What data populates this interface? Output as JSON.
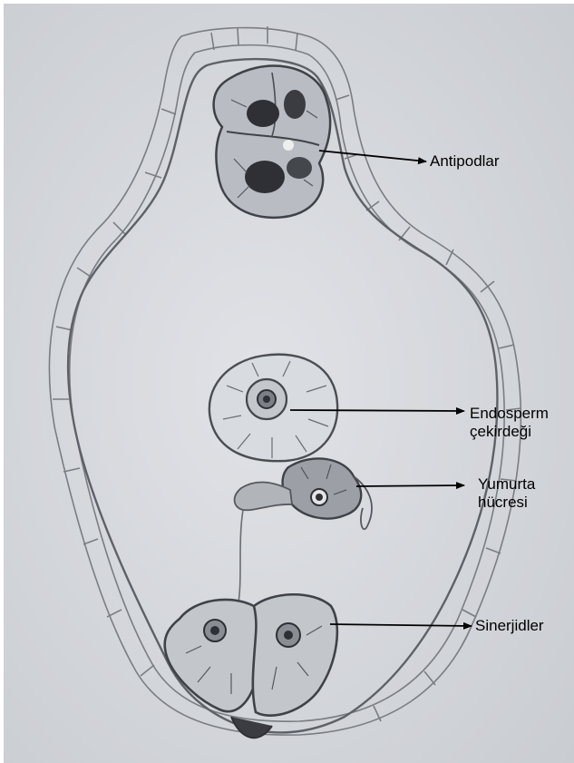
{
  "labels": {
    "antipodlar": "Antipodlar",
    "endosperm_line1": "Endosperm",
    "endosperm_line2": "çekirdeği",
    "yumurta_line1": "Yumurta",
    "yumurta_line2": "hücresi",
    "sinerjidler": "Sinerjidler"
  },
  "colors": {
    "paper": "#d9dbdf",
    "cell_outline": "#5e6268",
    "nucleus": "#2e3035",
    "arrow": "#000000"
  }
}
